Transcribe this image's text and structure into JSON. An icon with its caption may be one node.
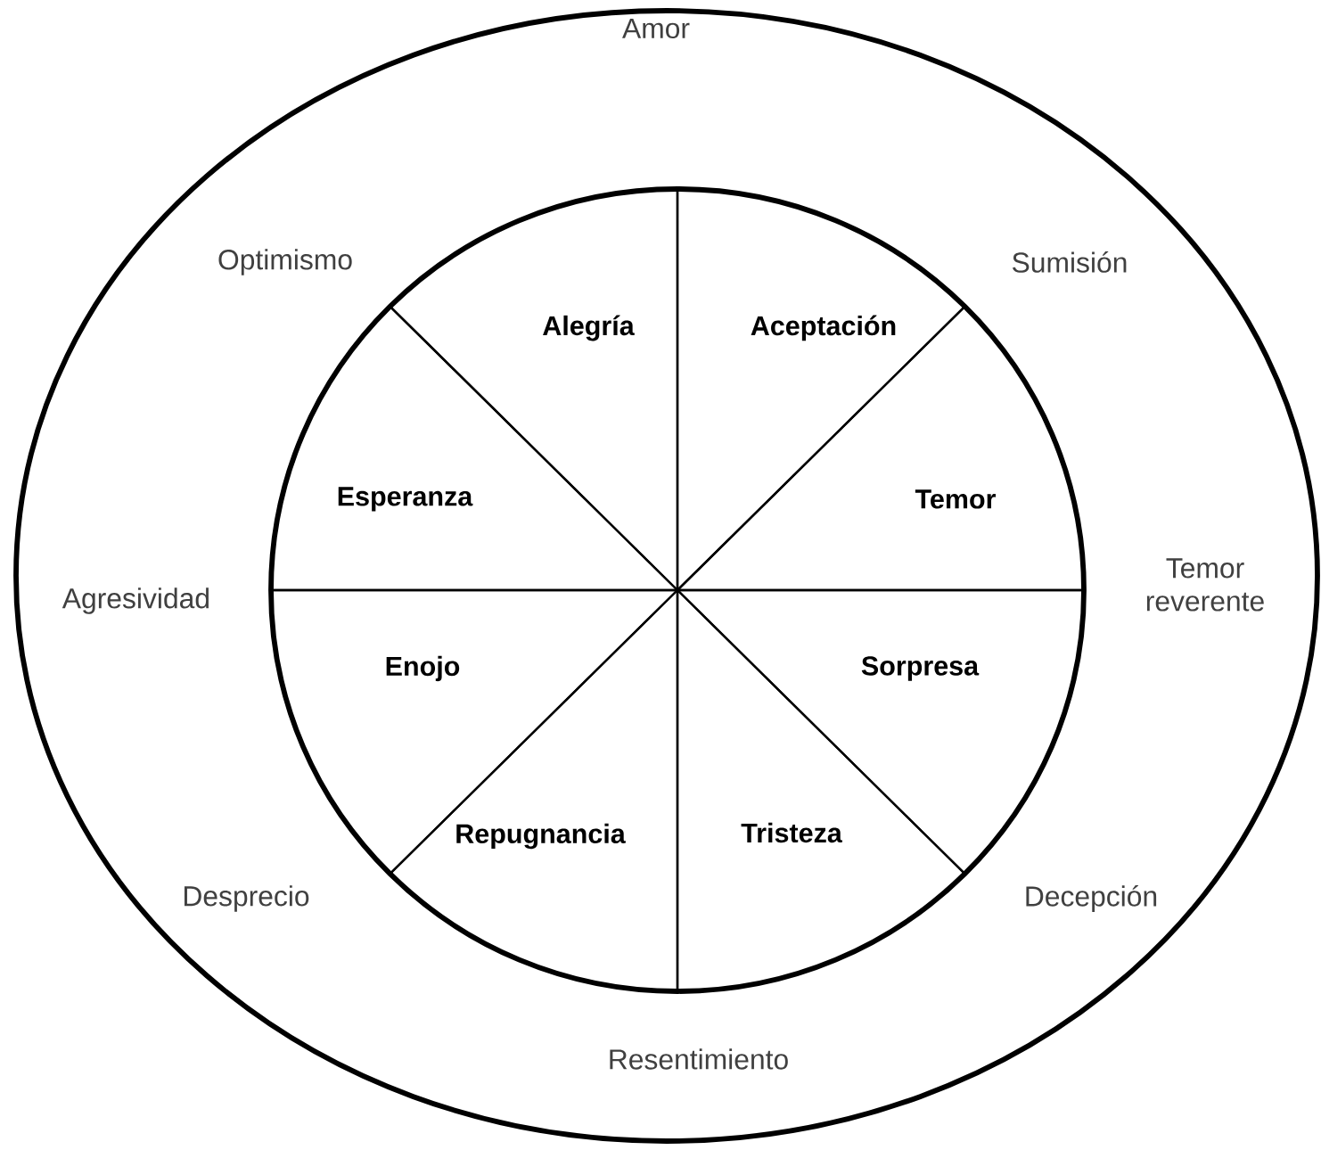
{
  "diagram": {
    "nodes": [
      {
        "text": [
          "Amor",
          "Optimismo",
          "Sumisión",
          "Agresividad",
          "Temor reverente",
          "Desprecio",
          "Decepción",
          "Resentimiento"
        ]
      },
      {
        "text": [
          "Alegría"
        ],
        "in": 0
      },
      {
        "text": [
          "Aceptación"
        ],
        "in": 0
      },
      {
        "text": [
          "Temor"
        ],
        "in": 0
      },
      {
        "text": [
          "Sorpresa"
        ],
        "in": 0
      },
      {
        "text": [
          "Tristeza"
        ],
        "in": 0
      },
      {
        "text": [
          "Repugnancia"
        ],
        "in": 0
      },
      {
        "text": [
          "Enojo"
        ],
        "in": 0
      },
      {
        "text": [
          "Esperanza"
        ],
        "in": 0
      }
    ]
  }
}
